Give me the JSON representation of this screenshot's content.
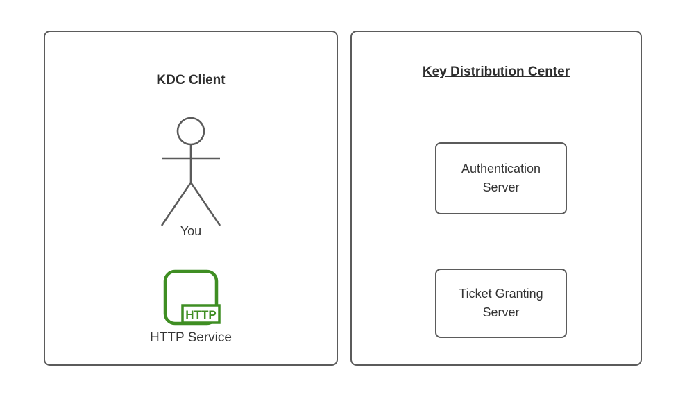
{
  "diagram": {
    "type": "architecture-diagram",
    "colors": {
      "border_gray": "#5b5b5b",
      "text_dark": "#2d2d2d",
      "text_body": "#333333",
      "accent_green": "#3f8e23",
      "background": "#ffffff"
    },
    "left_panel": {
      "title": "KDC Client",
      "actor_label": "You",
      "http_icon_badge": "HTTP",
      "http_service_label": "HTTP Service"
    },
    "right_panel": {
      "title": "Key Distribution Center",
      "boxes": [
        {
          "label": "Authentication Server"
        },
        {
          "label": "Ticket Granting Server"
        }
      ]
    }
  }
}
